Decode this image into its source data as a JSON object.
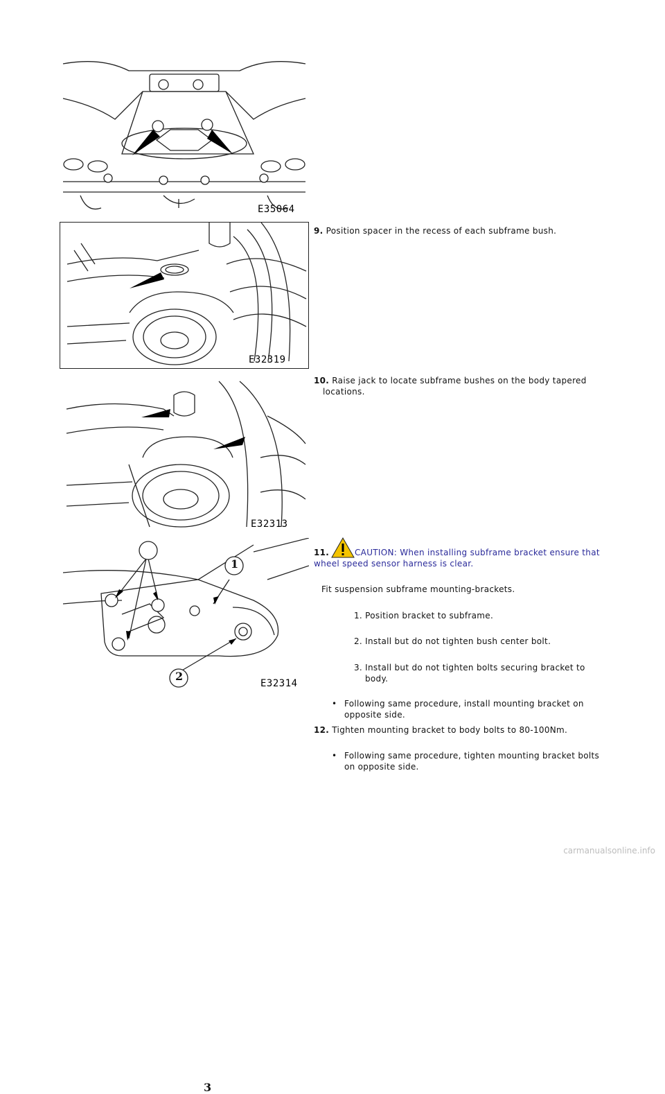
{
  "figures": [
    {
      "code": "E35064"
    },
    {
      "code": "E32319"
    },
    {
      "code": "E32313"
    },
    {
      "code": "E32314"
    }
  ],
  "steps": {
    "s9": {
      "num": "9.",
      "text": "Position spacer in the recess of each subframe bush."
    },
    "s10": {
      "num": "10.",
      "line1": "Raise jack to locate subframe bushes on the body tapered",
      "line2": "locations."
    },
    "s11": {
      "num": "11.",
      "caution_line1": "CAUTION: When installing subframe bracket ensure that",
      "caution_line2": "wheel speed sensor harness is clear.",
      "intro": "Fit suspension subframe mounting-brackets.",
      "sub1": "1. Position bracket to subframe.",
      "sub2": "2. Install but do not tighten bush center bolt.",
      "sub3_line1": "3. Install but do not tighten bolts securing bracket to",
      "sub3_line2": "body.",
      "bullet_line1": "Following same procedure, install mounting bracket on",
      "bullet_line2": "opposite side."
    },
    "s12": {
      "num": "12.",
      "text": "Tighten mounting bracket to body bolts to 80-100Nm.",
      "bullet_line1": "Following same procedure, tighten mounting bracket bolts",
      "bullet_line2": "on opposite side."
    }
  },
  "callouts": [
    "1",
    "2",
    "3"
  ],
  "watermark": "carmanualsonline.info"
}
